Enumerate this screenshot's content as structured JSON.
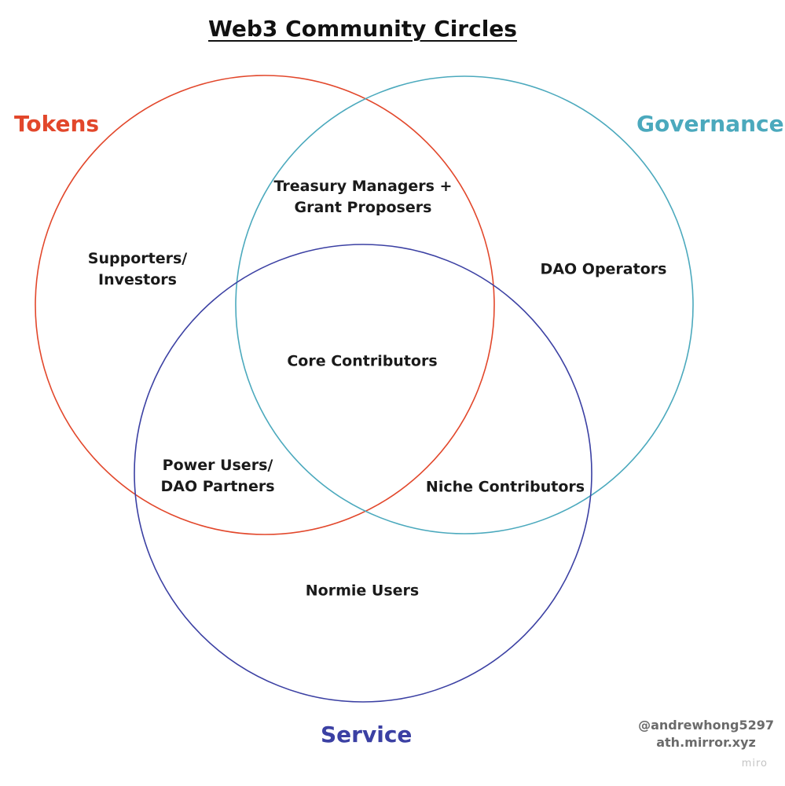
{
  "title": "Web3 Community Circles",
  "sets": {
    "tokens": {
      "label": "Tokens",
      "color": "#e2472b"
    },
    "governance": {
      "label": "Governance",
      "color": "#4ba9bd"
    },
    "service": {
      "label": "Service",
      "color": "#3b40a3"
    }
  },
  "regions": {
    "tokens_only": [
      "Supporters/",
      "Investors"
    ],
    "tokens_governance": [
      "Treasury Managers +",
      "Grant Proposers"
    ],
    "governance_only": [
      "DAO Operators"
    ],
    "all_three": [
      "Core Contributors"
    ],
    "tokens_service": [
      "Power Users/",
      "DAO Partners"
    ],
    "governance_service": [
      "Niche Contributors"
    ],
    "service_only": [
      "Normie Users"
    ]
  },
  "credit": {
    "handle": "@andrewhong5297",
    "site": "ath.mirror.xyz"
  },
  "watermark": "miro"
}
